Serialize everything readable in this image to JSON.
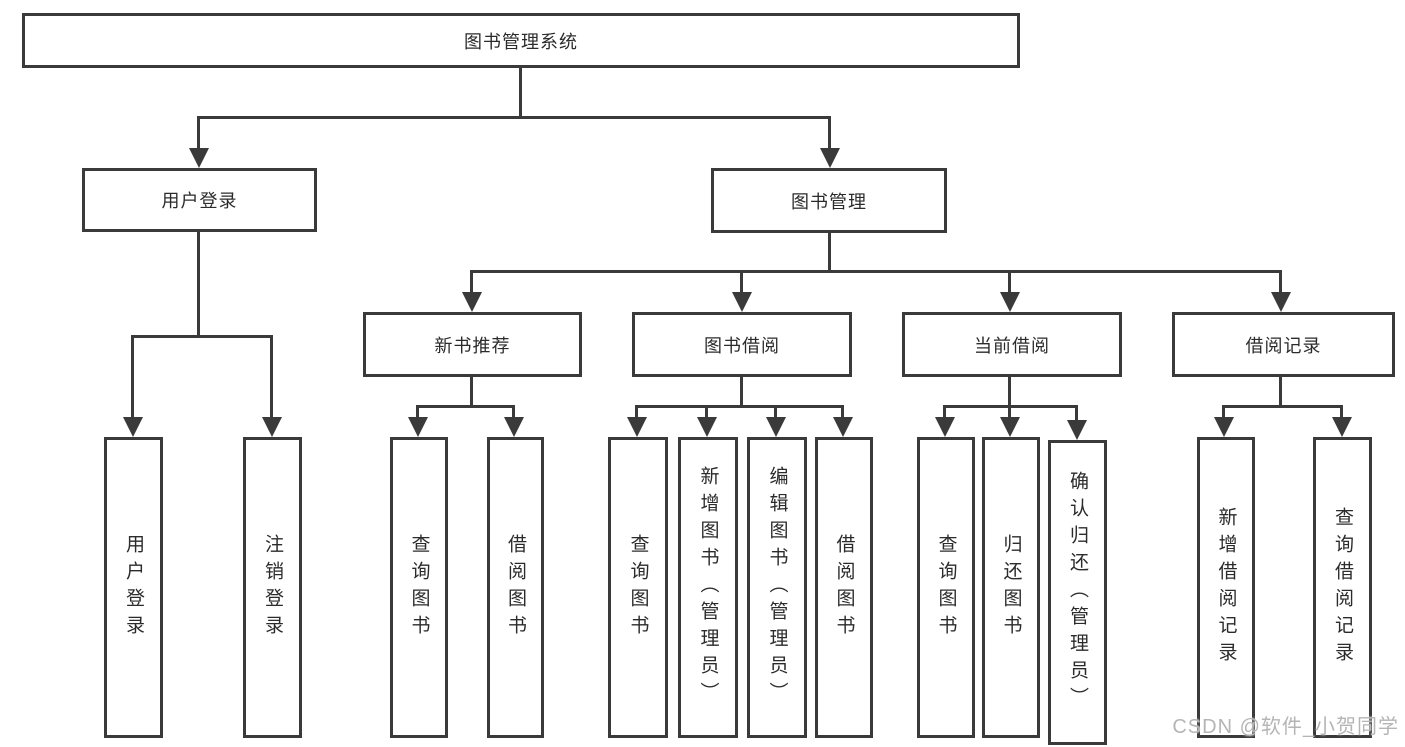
{
  "diagram": {
    "title": "图书管理系统",
    "type": "hierarchy-tree",
    "nodes": {
      "root": "图书管理系统",
      "user_login": "用户登录",
      "book_management": "图书管理",
      "new_book_recommend": "新书推荐",
      "book_borrow": "图书借阅",
      "current_borrow": "当前借阅",
      "borrow_record": "借阅记录",
      "leaf_user_login": "用户登录",
      "leaf_logout": "注销登录",
      "rec_query_book": "查询图书",
      "rec_borrow_book": "借阅图书",
      "bb_query_book": "查询图书",
      "bb_add_book": "新增图书（管理员）",
      "bb_edit_book": "编辑图书（管理员）",
      "bb_borrow_book": "借阅图书",
      "cb_query_book": "查询图书",
      "cb_return_book": "归还图书",
      "cb_confirm_return": "确认归还（管理员）",
      "br_add_record": "新增借阅记录",
      "br_query_record": "查询借阅记录"
    },
    "structure": {
      "图书管理系统": {
        "用户登录": [
          "用户登录",
          "注销登录"
        ],
        "图书管理": {
          "新书推荐": [
            "查询图书",
            "借阅图书"
          ],
          "图书借阅": [
            "查询图书",
            "新增图书（管理员）",
            "编辑图书（管理员）",
            "借阅图书"
          ],
          "当前借阅": [
            "查询图书",
            "归还图书",
            "确认归还（管理员）"
          ],
          "借阅记录": [
            "新增借阅记录",
            "查询借阅记录"
          ]
        }
      }
    },
    "colors": {
      "line": "#3a3a3a",
      "text": "#2b2b2b",
      "background": "#ffffff",
      "watermark_color": "#b5b5b5"
    }
  },
  "watermark": "CSDN @软件_小贺同学"
}
